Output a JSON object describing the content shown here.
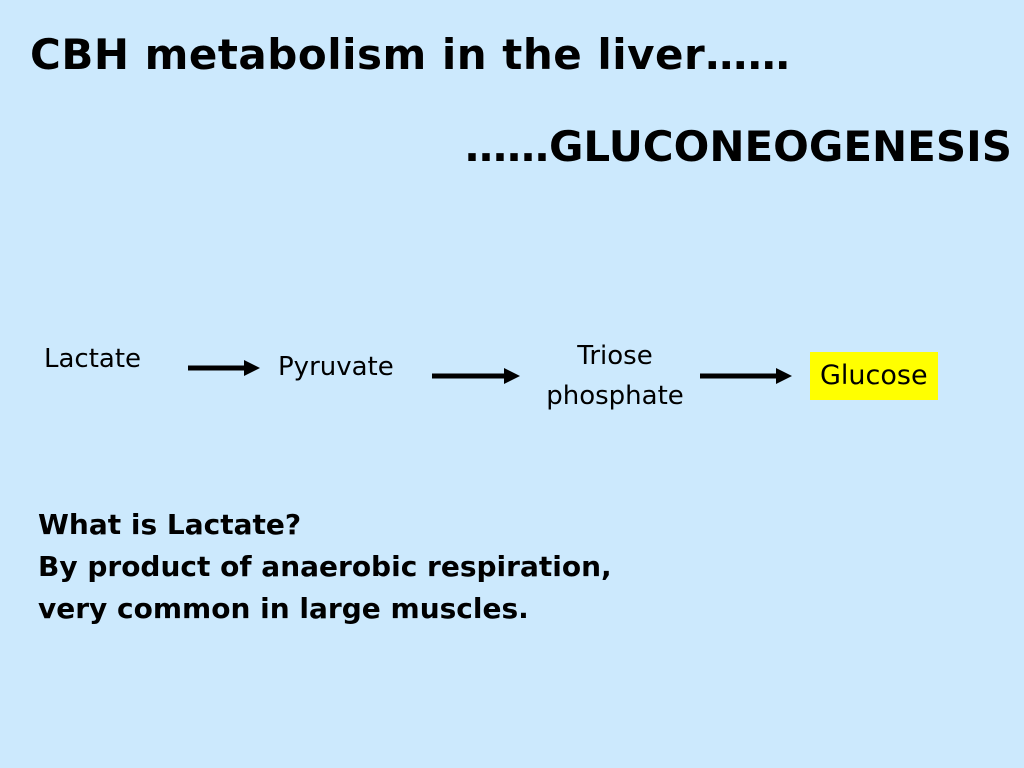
{
  "slide": {
    "title": "CBH metabolism in the liver……",
    "subtitle": "……GLUCONEOGENESIS"
  },
  "pathway": {
    "lactate": "Lactate",
    "pyruvate": "Pyruvate",
    "triose_line1": "Triose",
    "triose_line2": "phosphate",
    "glucose": "Glucose",
    "highlight_color": "#ffff00"
  },
  "notes": {
    "line1": "What is Lactate?",
    "line2": "By product of anaerobic respiration,",
    "line3": "very common in large muscles."
  },
  "colors": {
    "background": "#cce9fd",
    "text": "#000000"
  }
}
